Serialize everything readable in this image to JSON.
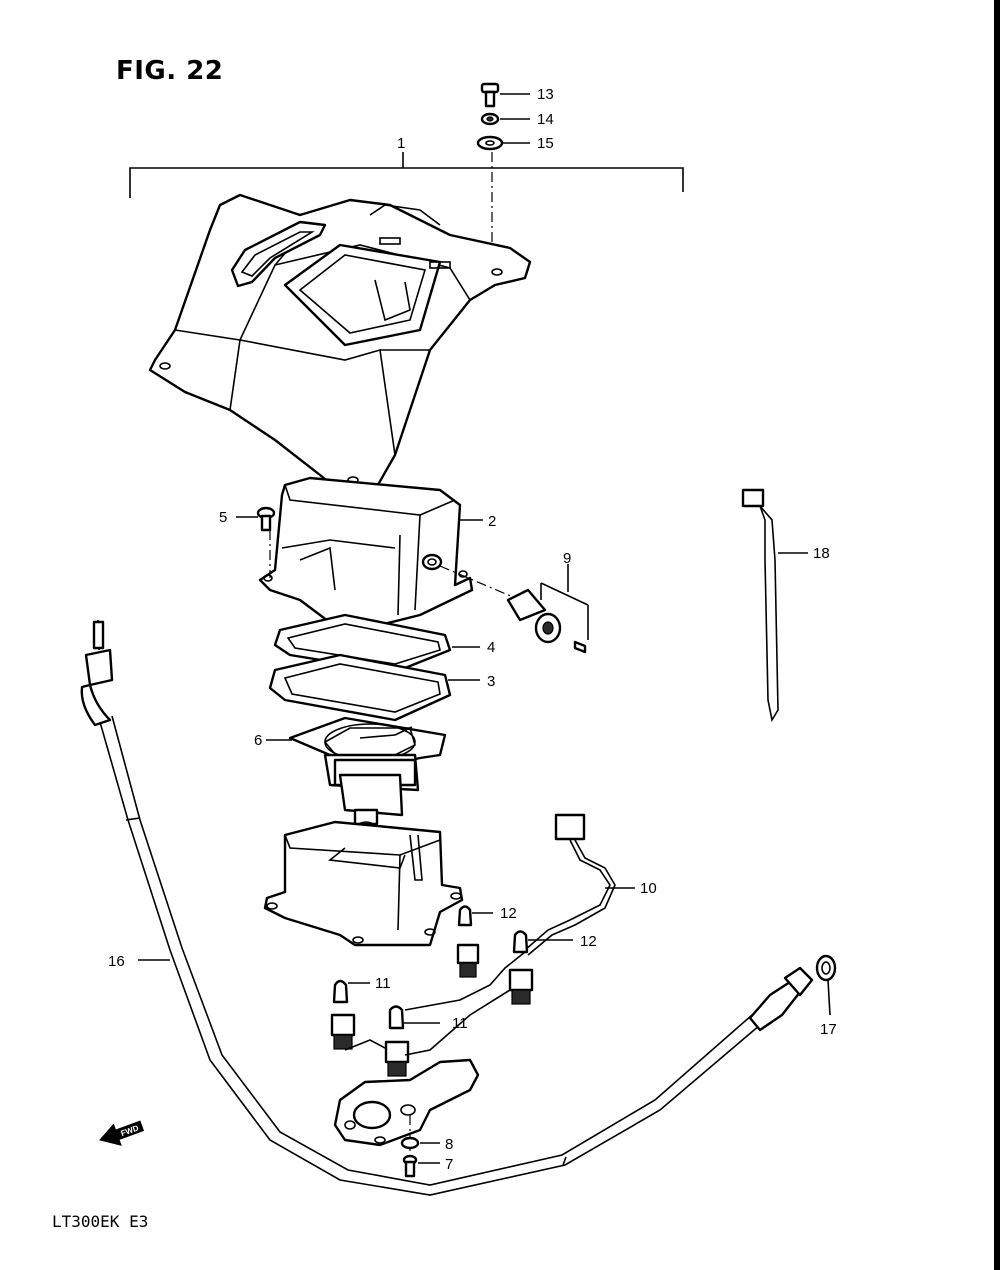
{
  "figure": {
    "title": "FIG. 22",
    "model_code": "LT300EK  E3",
    "fwd_label": "FWD"
  },
  "callouts": [
    {
      "id": "1",
      "label": "1"
    },
    {
      "id": "2",
      "label": "2"
    },
    {
      "id": "3",
      "label": "3"
    },
    {
      "id": "4",
      "label": "4"
    },
    {
      "id": "5",
      "label": "5"
    },
    {
      "id": "6",
      "label": "6"
    },
    {
      "id": "7",
      "label": "7"
    },
    {
      "id": "8",
      "label": "8"
    },
    {
      "id": "9",
      "label": "9"
    },
    {
      "id": "10",
      "label": "10"
    },
    {
      "id": "11a",
      "label": "11"
    },
    {
      "id": "11b",
      "label": "11"
    },
    {
      "id": "12a",
      "label": "12"
    },
    {
      "id": "12b",
      "label": "12"
    },
    {
      "id": "13",
      "label": "13"
    },
    {
      "id": "14",
      "label": "14"
    },
    {
      "id": "15",
      "label": "15"
    },
    {
      "id": "16",
      "label": "16"
    },
    {
      "id": "17",
      "label": "17"
    },
    {
      "id": "18",
      "label": "18"
    }
  ],
  "icons": {
    "fwd": "fwd-arrow-icon"
  }
}
